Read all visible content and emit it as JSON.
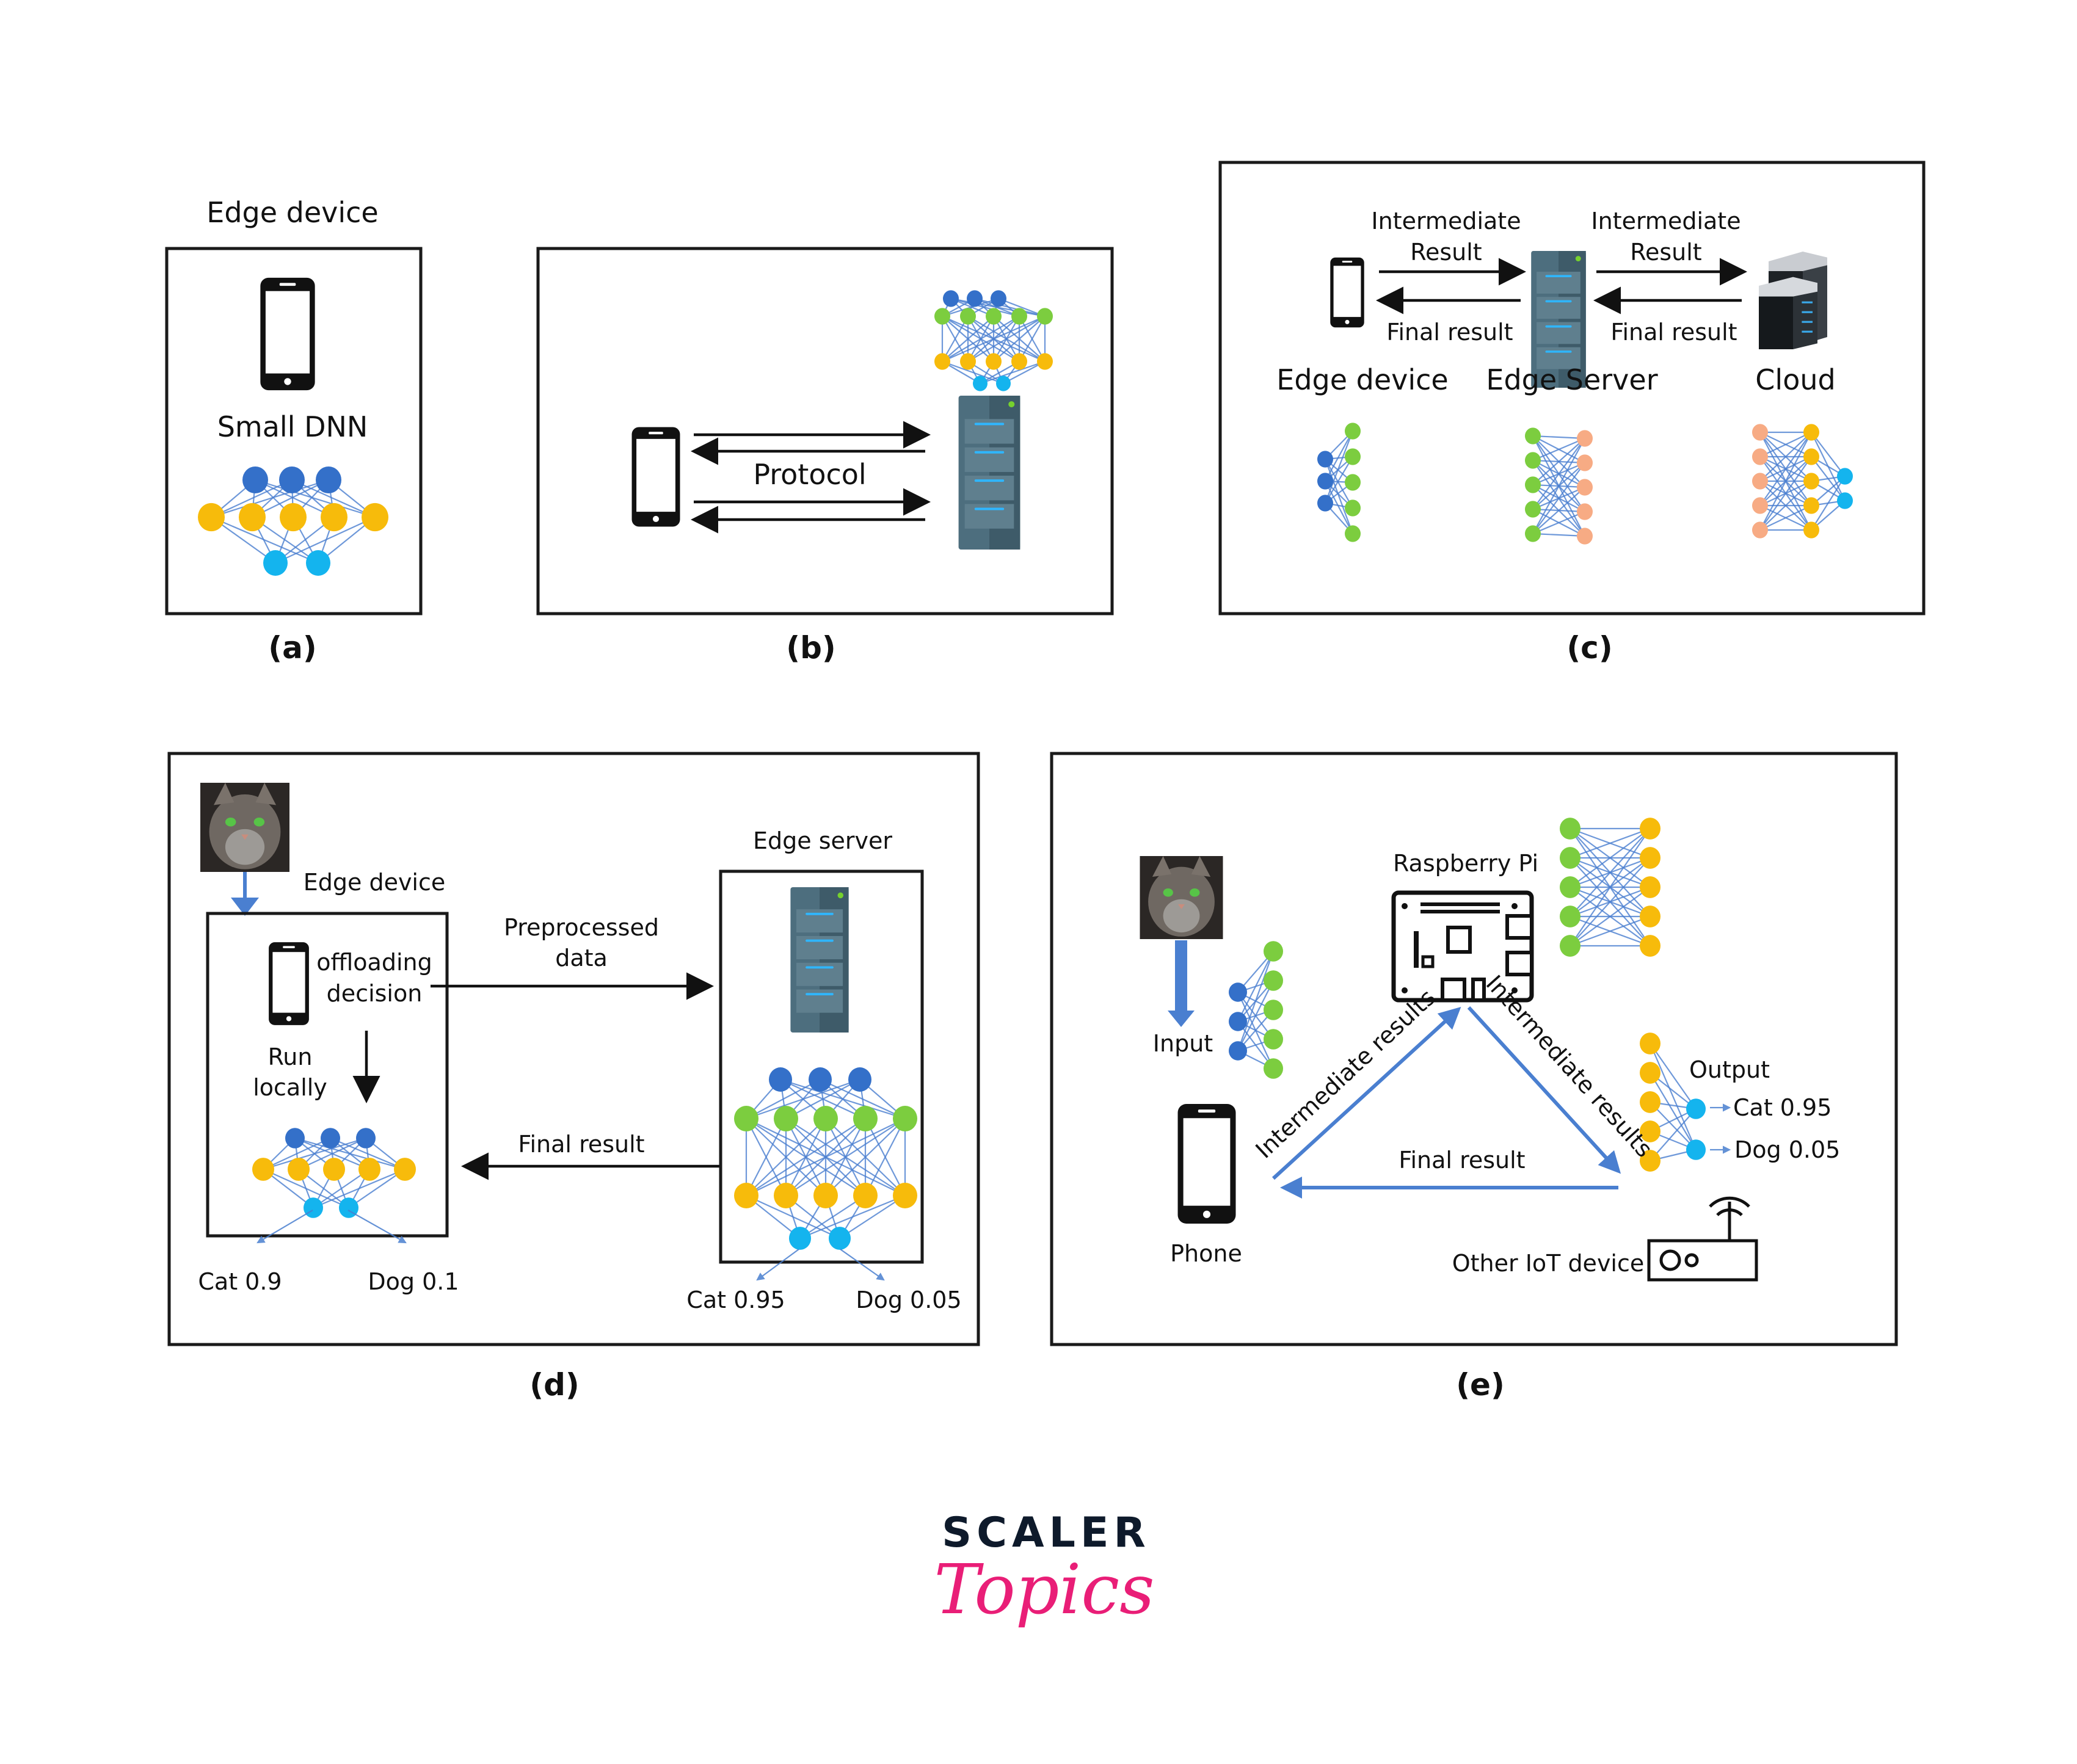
{
  "colors": {
    "blue_node": "#3470c9",
    "green_node": "#7ccd3f",
    "yellow_node": "#f7bb0b",
    "cyan_node": "#14b4ee",
    "salmon_node": "#f7ab84",
    "edge": "#4a7fd0",
    "server": "#4b6b7b",
    "brand_dark": "#0e1a2b",
    "brand_pink": "#e91e77"
  },
  "panels": {
    "a": {
      "caption": "(a)",
      "top_label": "Edge device",
      "dnn_label": "Small DNN"
    },
    "b": {
      "caption": "(b)",
      "protocol_label": "Protocol"
    },
    "c": {
      "caption": "(c)",
      "arrow_labels": {
        "left_top_line1": "Intermediate",
        "left_top_line2": "Result",
        "right_top_line1": "Intermediate",
        "right_top_line2": "Result",
        "left_bottom": "Final result",
        "right_bottom": "Final result"
      },
      "tiers": [
        "Edge device",
        "Edge Server",
        "Cloud"
      ]
    },
    "d": {
      "caption": "(d)",
      "edge_device_label": "Edge device",
      "edge_server_label": "Edge server",
      "offloading_line1": "offloading",
      "offloading_line2": "decision",
      "run_line1": "Run",
      "run_line2": "locally",
      "preprocessed_line1": "Preprocessed",
      "preprocessed_line2": "data",
      "final_result": "Final result",
      "local_outputs": [
        "Cat 0.9",
        "Dog 0.1"
      ],
      "server_outputs": [
        "Cat 0.95",
        "Dog 0.05"
      ]
    },
    "e": {
      "caption": "(e)",
      "input_label": "Input",
      "phone_label": "Phone",
      "raspberry_label": "Raspberry Pi",
      "left_edge_label": "Intermediate results",
      "right_edge_label": "Intermediate results",
      "final_result": "Final result",
      "output_label": "Output",
      "outputs": [
        "Cat 0.95",
        "Dog 0.05"
      ],
      "iot_label": "Other IoT device"
    }
  },
  "logo": {
    "line1": "SCALER",
    "line2": "Topics"
  }
}
